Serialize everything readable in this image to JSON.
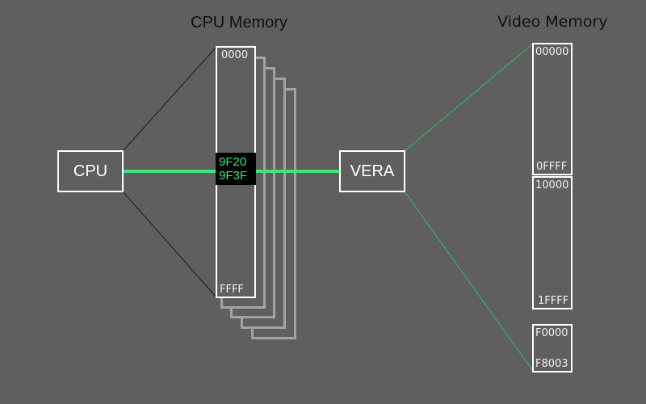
{
  "titles": {
    "cpu_memory": "CPU Memory",
    "video_memory": "Video Memory"
  },
  "nodes": {
    "cpu": "CPU",
    "vera": "VERA"
  },
  "cpu_memory": {
    "start": "0000",
    "end": "FFFF",
    "banked_copies": 4,
    "highlight": {
      "start": "9F20",
      "end": "9F3F",
      "color": "#3ee67a"
    }
  },
  "video_memory": {
    "regions": [
      {
        "start": "00000",
        "end": "0FFFF"
      },
      {
        "start": "10000",
        "end": "1FFFF"
      },
      {
        "start": "F0000",
        "end": "F8003"
      }
    ]
  },
  "colors": {
    "background": "#5f5f5f",
    "bus": "#3ee67a",
    "vram_link": "#2fbf60",
    "cpu_link": "#1a1a1a",
    "box_border": "#ffffff",
    "ghost_bank": "#a3a3a3"
  }
}
